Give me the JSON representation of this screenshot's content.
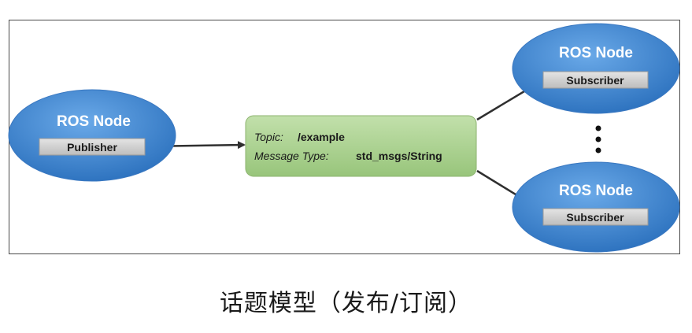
{
  "diagram": {
    "publisher_node": {
      "title": "ROS Node",
      "tag": "Publisher"
    },
    "topic": {
      "topic_label": "Topic:",
      "topic_value": "/example",
      "type_label": "Message Type:",
      "type_value": "std_msgs/String"
    },
    "subscriber_nodes": [
      {
        "title": "ROS Node",
        "tag": "Subscriber"
      },
      {
        "title": "ROS Node",
        "tag": "Subscriber"
      }
    ],
    "colors": {
      "node_fill": "#3d87d3",
      "topic_fill": "#a9d18e",
      "tag_fill": "#d0d0d0",
      "arrow": "#2f2f2f"
    }
  },
  "caption": "话题模型（发布/订阅）"
}
